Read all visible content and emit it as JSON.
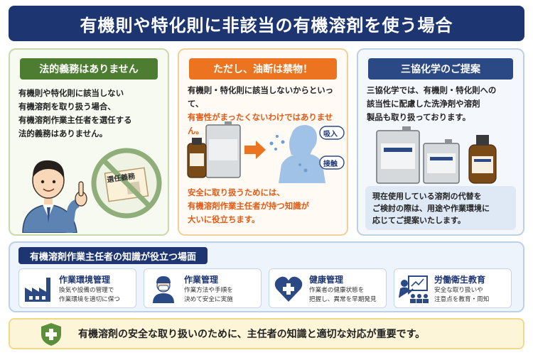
{
  "title": "有機則や特化則に非該当の有機溶剤を使う場合",
  "card1": {
    "heading": "法的義務はありません",
    "lines": [
      "有機則や特化則に該当しない",
      "有機溶剤を取り扱う場合、",
      "有機溶剤作業主任者を選任する",
      "法的義務はありません。"
    ],
    "sign_label": "選任義務",
    "icons": [
      "worker-pointing-icon",
      "prohibited-certificate-icon"
    ]
  },
  "card2": {
    "heading": "ただし、油断は禁物！",
    "line1": "有機則・特化則に該当しないからといって、",
    "line2": "有害性がまったくないわけではありません。",
    "inhale_label": "吸入",
    "contact_label": "接触",
    "closing_lines": [
      "安全に取り扱うためには、",
      "有機溶剤作業主任者が持つ知識が",
      "大いに役立ちます。"
    ],
    "icons": [
      "solvent-can-icon",
      "bottle-icon",
      "arrow-right-icon",
      "person-exposure-icon"
    ]
  },
  "card3": {
    "heading": "三協化学のご提案",
    "lines": [
      "三協化学では、有機則・特化則への",
      "該当性に配慮した洗浄剤や溶剤",
      "製品も取り扱っております。"
    ],
    "box_lines": [
      "現在使用している溶剤の代替を",
      "ご検討の際は、用途や作業環境に",
      "応じてご提案いたします。"
    ],
    "icons": [
      "large-can-icon",
      "small-can-icon",
      "bottle-icon"
    ]
  },
  "section2": {
    "heading": "有機溶剤作業主任者の知識が役立つ場面",
    "roles": [
      {
        "title": "作業環境管理",
        "desc1": "換気や設備の管理で",
        "desc2": "作業環境を適切に保つ",
        "icon": "factory-icon"
      },
      {
        "title": "作業管理",
        "desc1": "作業方法や手順を",
        "desc2": "決めて安全に実施",
        "icon": "worker-mask-icon"
      },
      {
        "title": "健康管理",
        "desc1": "作業者の健康状態を",
        "desc2": "把握し、異常を早期発見",
        "icon": "heart-cross-icon"
      },
      {
        "title": "労働衛生教育",
        "desc1": "安全な取り扱いや",
        "desc2": "注意点を教育・周知",
        "icon": "teacher-board-icon"
      }
    ]
  },
  "bottom": {
    "message": "有機溶剤の安全な取り扱いのために、主任者の知識と適切な対応が重要です。",
    "icon": "shield-cross-icon"
  },
  "colors": {
    "navy": "#1d3570",
    "green": "#4d7d31",
    "orange": "#ec7421",
    "blue": "#2b4a85"
  }
}
